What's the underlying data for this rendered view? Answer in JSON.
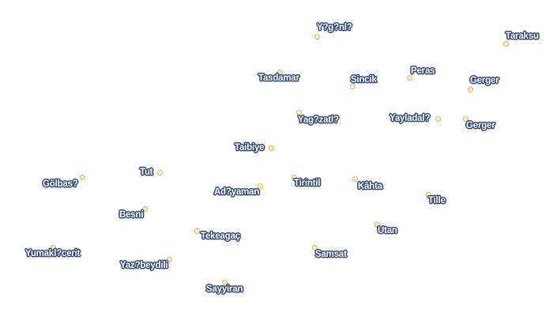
{
  "map": {
    "places": [
      {
        "name": "Y?g?nl?"
      },
      {
        "name": "Taraksu"
      },
      {
        "name": "Tasdamar"
      },
      {
        "name": "Peras"
      },
      {
        "name": "Sincik"
      },
      {
        "name": "Gerger"
      },
      {
        "name": "Yag?zatl?"
      },
      {
        "name": "Yayladal?"
      },
      {
        "name": "Gerger"
      },
      {
        "name": "Taibiye"
      },
      {
        "name": "Tut"
      },
      {
        "name": "Gölbas?"
      },
      {
        "name": "Tirintil"
      },
      {
        "name": "Kâhta"
      },
      {
        "name": "Ad?yaman"
      },
      {
        "name": "Tille"
      },
      {
        "name": "Besni"
      },
      {
        "name": "Utan"
      },
      {
        "name": "Tekeagaç"
      },
      {
        "name": "Samsat"
      },
      {
        "name": "Yumakl?cerit"
      },
      {
        "name": "Yaz?beydili"
      },
      {
        "name": "Sayyiran"
      }
    ],
    "colors": {
      "label_text": "#ffffff",
      "label_halo": "#2f4674",
      "marker_stroke": "#e9ad4a",
      "marker_fill": "#fff4d8",
      "background": "#ffffff"
    }
  }
}
